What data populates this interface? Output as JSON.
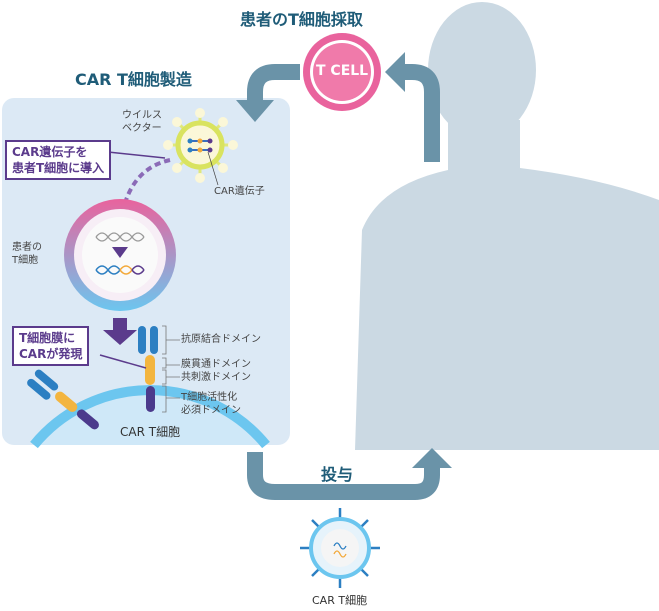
{
  "titles": {
    "collection": "患者のT細胞採取",
    "manufacturing": "CAR T細胞製造",
    "administration": "投与"
  },
  "tcell_badge": "T CELL",
  "labels": {
    "viral_vector": [
      "ウイルス",
      "ベクター"
    ],
    "car_gene": "CAR遺伝子",
    "patient_tcell": [
      "患者の",
      "T細胞"
    ],
    "antigen_binding": "抗原結合ドメイン",
    "transmembrane": "膜貫通ドメイン",
    "costimulatory": "共刺激ドメイン",
    "activation": [
      "T細胞活性化",
      "必須ドメイン"
    ],
    "car_tcell_box": "CAR T細胞",
    "car_tcell_bottom": "CAR T細胞"
  },
  "callouts": {
    "gene_transfer": [
      "CAR遺伝子を",
      "患者T細胞に導入"
    ],
    "expression": [
      "T細胞膜に",
      "CARが発現"
    ]
  },
  "colors": {
    "arrow": "#6a93a8",
    "title": "#1f5c78",
    "silhouette": "#cbd9e3",
    "panel": "#dce9f5",
    "pink": "#e9639d",
    "purple": "#5b3b8c"
  }
}
